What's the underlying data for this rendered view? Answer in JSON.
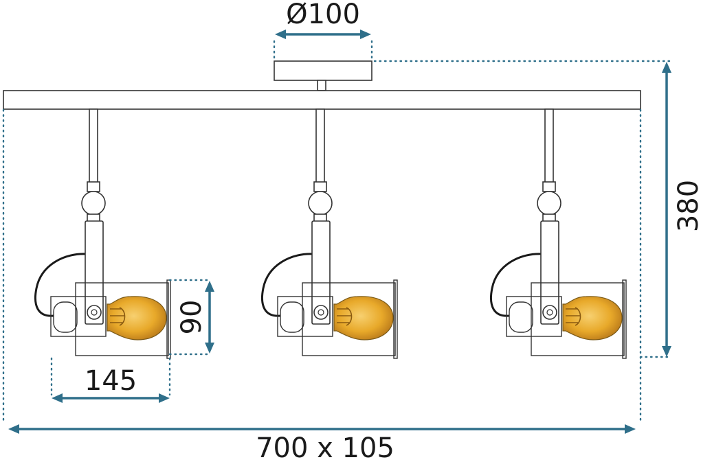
{
  "dimensions": {
    "canopy_diameter": "Ø100",
    "height": "380",
    "shade_height": "90",
    "shade_length": "145",
    "total": "700 x 105"
  },
  "colors": {
    "dimension_line": "#2f6f8a",
    "outline": "#333333",
    "bulb": "#e8a92a",
    "cable": "#1a1a1a"
  },
  "spot_count": 3
}
